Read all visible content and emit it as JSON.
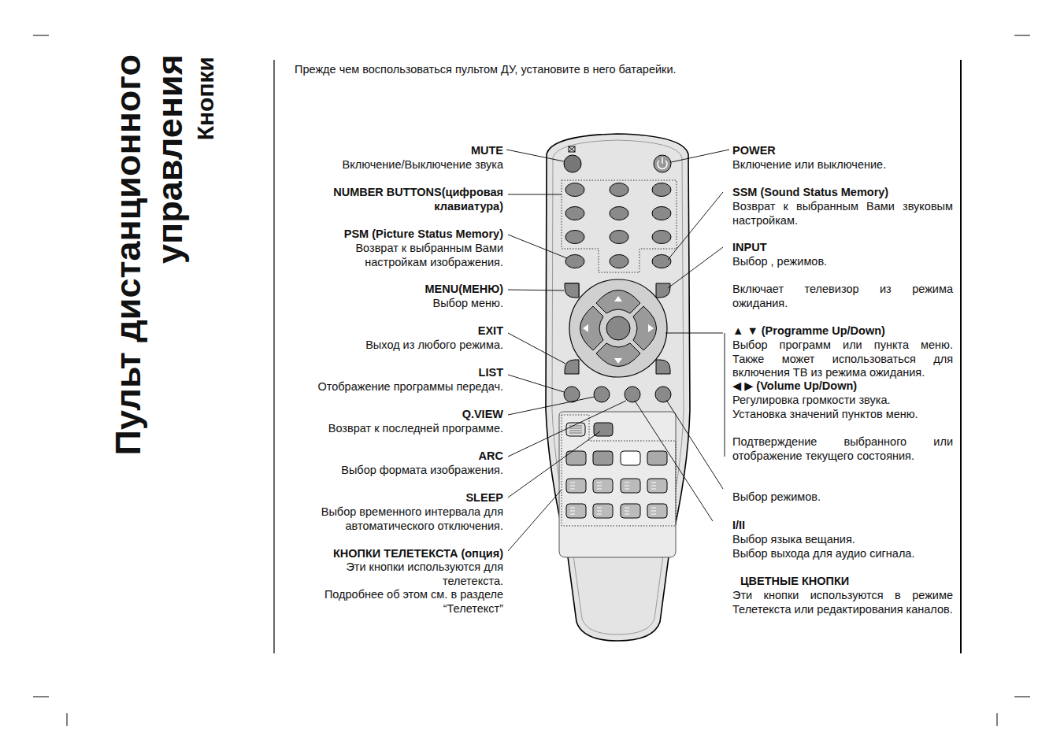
{
  "diagram": {
    "title": "Пульт дистанционного управления",
    "labels": [
      "Прежде чем воспользоваться пультом ДУ, установите в него батарейки.",
      "Кнопки",
      "MUTE",
      "Включение/Выключение звука",
      "NUMBER BUTTONS(цифровая клавиатура)",
      "PSM (Picture Status Memory)",
      "Возврат к выбранным Вами настройкам изображения.",
      "MENU(МЕНЮ)",
      "Выбор меню.",
      "EXIT",
      "Выход из любого режима.",
      "LIST",
      "Отображение программы передач.",
      "Q.VIEW",
      "Возврат к последней программе.",
      "ARC",
      "Выбор формата изображения.",
      "SLEEP",
      "Выбор временного интервала для автоматического отключения.",
      "КНОПКИ ТЕЛЕТЕКСТА (опция)",
      "Эти кнопки используются для телетекста.",
      "Подробнее об этом см. в разделе “Телетекст”",
      "POWER",
      "Включение или выключение.",
      "SSM (Sound Status Memory)",
      "Возврат к выбранным Вами звуковым настройкам.",
      "INPUT",
      "Выбор , режимов.",
      "Включает телевизор из режима ожидания.",
      "▲ ▼ (Programme Up/Down)",
      "Выбор программ или пункта меню. Также может использоваться для включения ТВ из режима ожидания.",
      "◀ ▶ (Volume Up/Down)",
      "Регулировка громкости звука.",
      "Установка значений пунктов меню.",
      "Подтверждение выбранного или отображение текущего состояния.",
      "Выбор режимов.",
      "I/II",
      "Выбор языка вещания.",
      "Выбор выхода для аудио сигнала.",
      "ЦВЕТНЫЕ КНОПКИ",
      "Эти кнопки используются в режиме Телетекста или редактирования каналов."
    ]
  }
}
